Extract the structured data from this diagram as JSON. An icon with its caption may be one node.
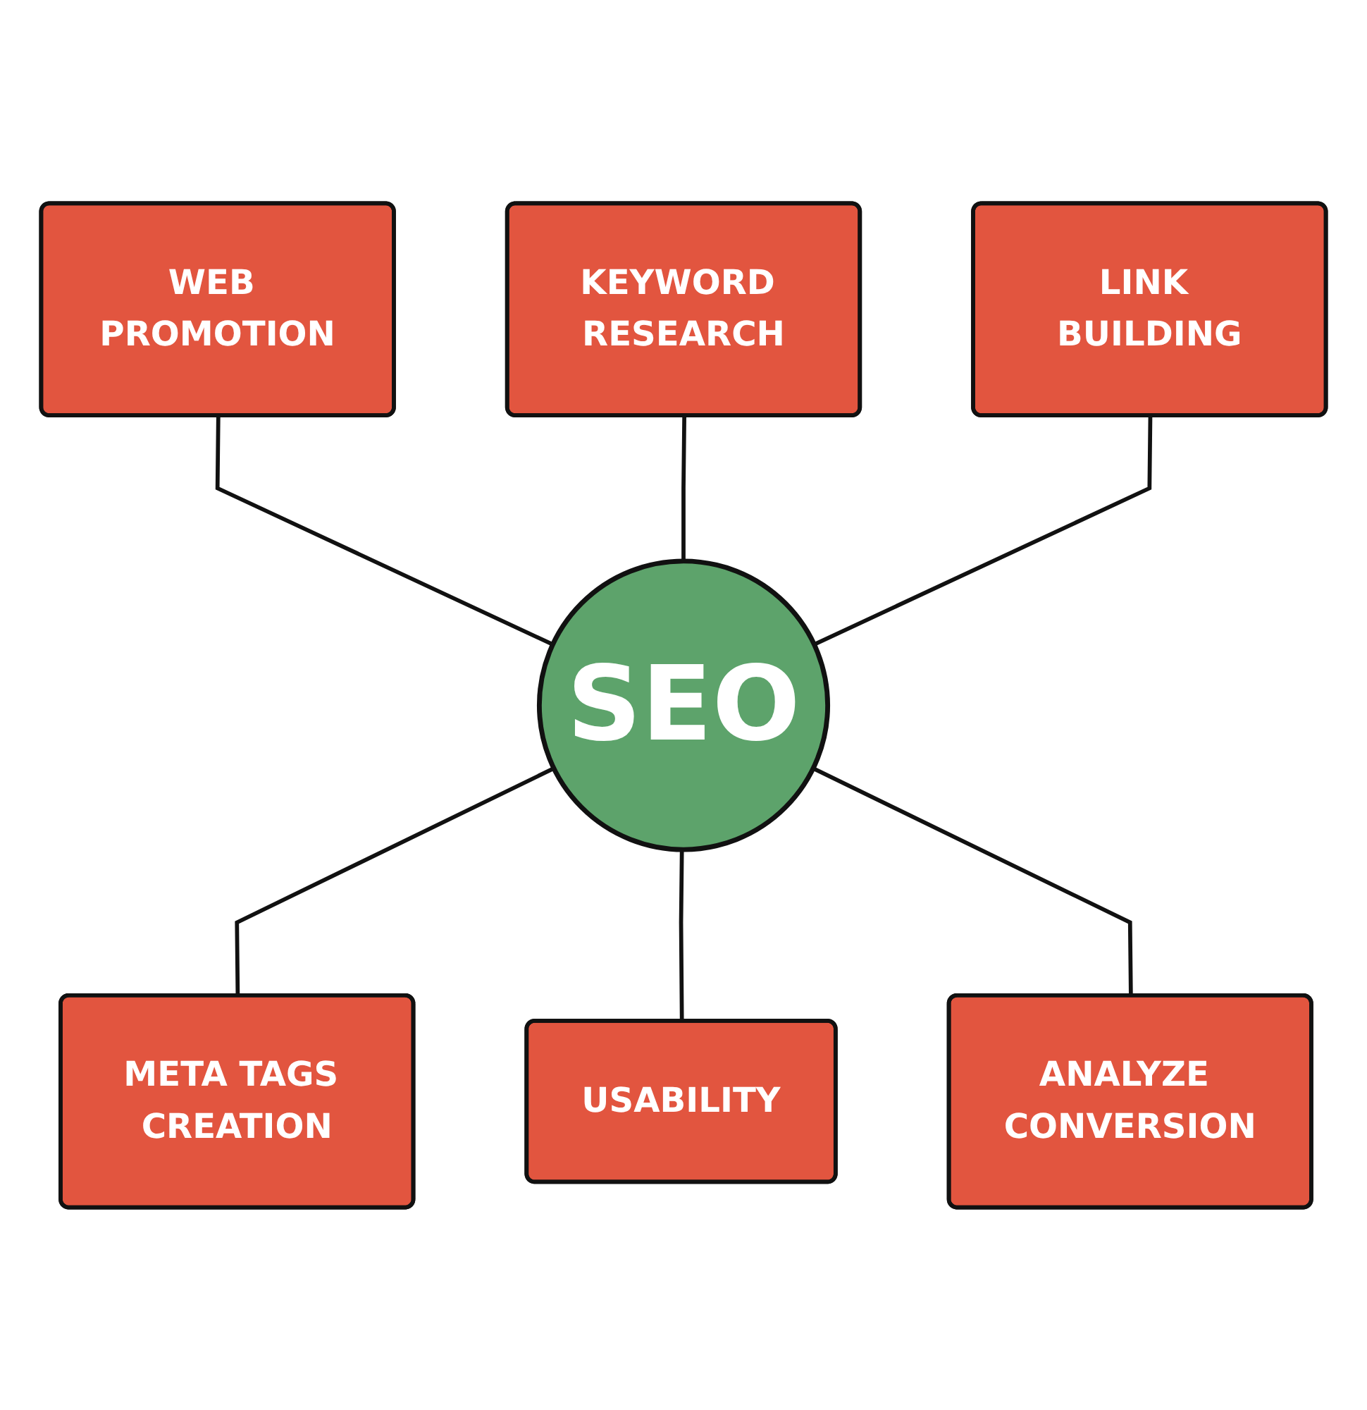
{
  "diagram": {
    "nodes": [
      {
        "text": [
          "KEYWORD RESEARCH"
        ]
      },
      {
        "text": [
          "WEB PROMOTION"
        ]
      },
      {
        "text": [
          "LINK BUILDING"
        ]
      },
      {
        "text": [
          "SEO"
        ]
      },
      {
        "text": [
          "META TAGS CREATION"
        ]
      },
      {
        "text": [
          "ANALYZE CONVERSION"
        ]
      },
      {
        "text": [
          "USABILITY"
        ]
      }
    ],
    "edges": [
      {
        "from": 1,
        "to": 3,
        "arrow": "none"
      },
      {
        "from": 0,
        "to": 3,
        "arrow": "none"
      },
      {
        "from": 2,
        "to": 3,
        "arrow": "none"
      },
      {
        "from": 3,
        "to": 4,
        "arrow": "none"
      },
      {
        "from": 3,
        "to": 6,
        "arrow": "none"
      },
      {
        "from": 3,
        "to": 5,
        "arrow": "none"
      }
    ]
  }
}
